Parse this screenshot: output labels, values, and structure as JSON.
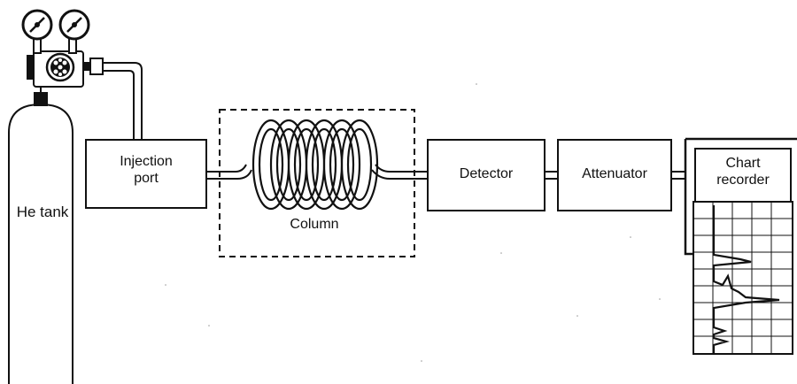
{
  "labels": {
    "he_tank": "He tank",
    "injection_port": "Injection\nport",
    "column": "Column",
    "detector": "Detector",
    "attenuator": "Attenuator",
    "chart_recorder": "Chart\nrecorder"
  },
  "colors": {
    "ink": "#111111",
    "paper": "#ffffff"
  }
}
